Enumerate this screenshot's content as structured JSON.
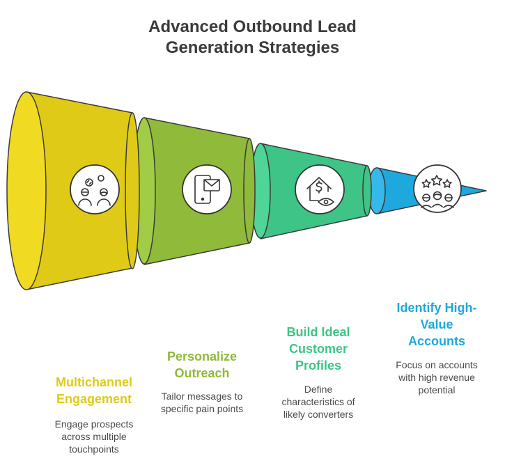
{
  "title": {
    "line1": "Advanced Outbound Lead",
    "line2": "Generation Strategies"
  },
  "colors": {
    "stage1": "#dfcb17",
    "stage1_face": "#f0da22",
    "stage2": "#8fba3a",
    "stage2_face": "#a1cc45",
    "stage3": "#3dc486",
    "stage3_face": "#4fd597",
    "stage4": "#1fa8de",
    "stage4_face": "#36b8ea",
    "text_title": "#3b3b3b",
    "text_desc": "#4a4a4a"
  },
  "stages": [
    {
      "icon": "collaboration-people-icon",
      "label_lines": [
        "Multichannel",
        "Engagement"
      ],
      "desc_lines": [
        "Engage prospects",
        "across multiple",
        "touchpoints"
      ],
      "color": "#dfcb17"
    },
    {
      "icon": "mobile-message-icon",
      "label_lines": [
        "Personalize",
        "Outreach"
      ],
      "desc_lines": [
        "Tailor messages to",
        "specific pain points"
      ],
      "color": "#8fba3a"
    },
    {
      "icon": "house-dollar-eye-icon",
      "label_lines": [
        "Build Ideal",
        "Customer",
        "Profiles"
      ],
      "desc_lines": [
        "Define",
        "characteristics of",
        "likely converters"
      ],
      "color": "#3dc486"
    },
    {
      "icon": "star-rated-group-icon",
      "label_lines": [
        "Identify High-",
        "Value",
        "Accounts"
      ],
      "desc_lines": [
        "Focus on accounts",
        "with high revenue",
        "potential"
      ],
      "color": "#1fa8de"
    }
  ]
}
